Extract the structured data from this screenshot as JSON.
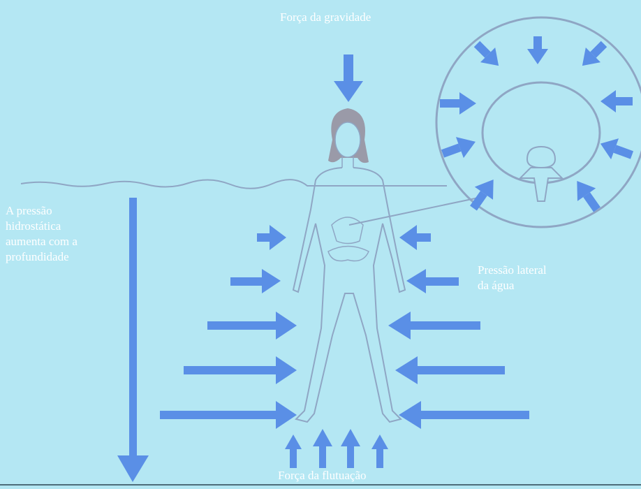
{
  "labels": {
    "gravity": "Força da gravidade",
    "pressure_depth": [
      "A pressão",
      "hidrostática",
      "aumenta com a",
      "profundidade"
    ],
    "lateral_pressure": [
      "Pressão lateral",
      "da água"
    ],
    "buoyancy": "Força da flutuação"
  },
  "colors": {
    "background": "#b4e7f3",
    "arrow": "#5a8fe6",
    "outline": "#8fa6c4",
    "text": "#ffffff",
    "hair": "#9a9aa8"
  }
}
